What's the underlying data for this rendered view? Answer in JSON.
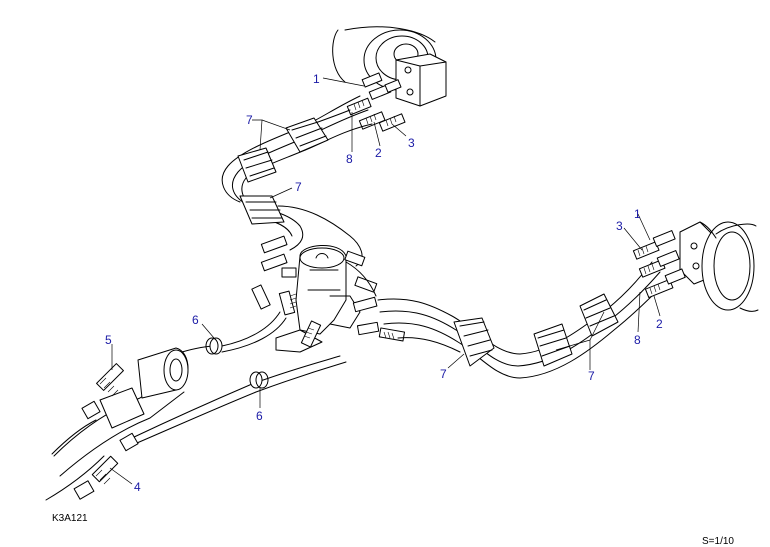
{
  "drawing_code": "K3A121",
  "scale": "S=1/10",
  "callouts": [
    {
      "id": "c1a",
      "label": "1"
    },
    {
      "id": "c2a",
      "label": "2"
    },
    {
      "id": "c3a",
      "label": "3"
    },
    {
      "id": "c8a",
      "label": "8"
    },
    {
      "id": "c7a",
      "label": "7"
    },
    {
      "id": "c7b",
      "label": "7"
    },
    {
      "id": "c1b",
      "label": "1"
    },
    {
      "id": "c3b",
      "label": "3"
    },
    {
      "id": "c2b",
      "label": "2"
    },
    {
      "id": "c8b",
      "label": "8"
    },
    {
      "id": "c7c",
      "label": "7"
    },
    {
      "id": "c7d",
      "label": "7"
    },
    {
      "id": "c6a",
      "label": "6"
    },
    {
      "id": "c6b",
      "label": "6"
    },
    {
      "id": "c5",
      "label": "5"
    },
    {
      "id": "c4",
      "label": "4"
    }
  ],
  "colors": {
    "callout": "#1a1aa6",
    "line": "#000000",
    "background": "#ffffff"
  }
}
